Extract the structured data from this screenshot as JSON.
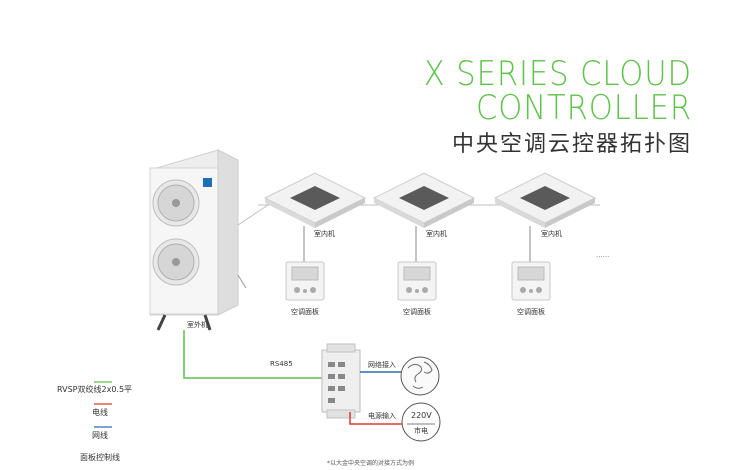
{
  "title": {
    "line1": "X SERIES CLOUD",
    "line2": "CONTROLLER",
    "subtitle": "中央空调云控器拓扑图"
  },
  "labels": {
    "outdoor_unit": "室外机",
    "indoor_unit": "室内机",
    "panel": "空调面板",
    "rs485": "RS485",
    "network_in": "网络接入",
    "power_in": "电源输入",
    "voltage": "220V",
    "mains": "市电",
    "ellipsis": "......"
  },
  "legend": [
    {
      "label": "RVSP双绞线2x0.5平",
      "color": "#5fc24a"
    },
    {
      "label": "电线",
      "color": "#e0392b"
    },
    {
      "label": "网线",
      "color": "#2f6db5"
    },
    {
      "label": "面板控制线",
      "color": "#888888"
    }
  ],
  "footnote": "*以大金中央空调的对接方式为例",
  "colors": {
    "accent": "#5fc24a",
    "power": "#e0392b",
    "network": "#2f6db5"
  }
}
